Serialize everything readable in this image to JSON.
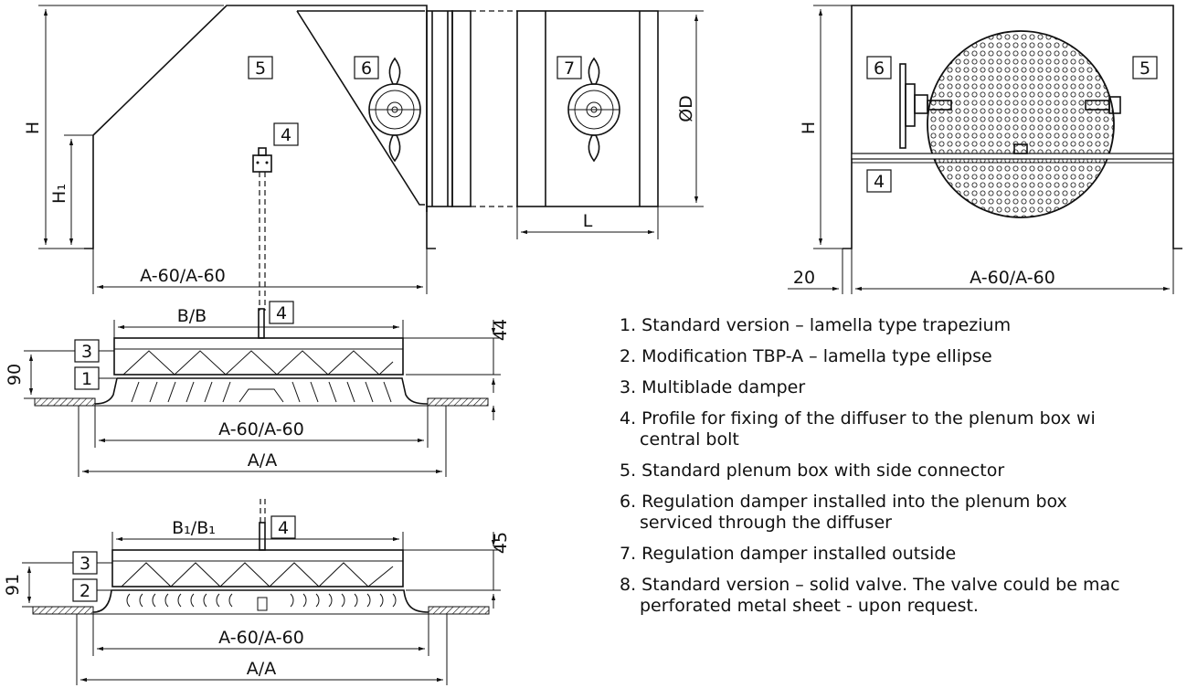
{
  "callouts": {
    "c1": "1",
    "c2": "2",
    "c3": "3",
    "c4": "4",
    "c5": "5",
    "c6": "6",
    "c7": "7"
  },
  "dimensions": {
    "H": "H",
    "H1": "H₁",
    "D": "ØD",
    "L": "L",
    "a_side": "A-60/A-60",
    "a_front": "A-60/A-60",
    "offset_20": "20",
    "b": "B/B",
    "b1": "B₁/B₁",
    "d44": "44",
    "d90": "90",
    "d45": "45",
    "d91": "91",
    "a_inner_1": "A-60/A-60",
    "a_outer_1": "A/A",
    "a_inner_2": "A-60/A-60",
    "a_outer_2": "A/A"
  },
  "legend": [
    {
      "line1": "1. Standard version – lamella type trapezium",
      "line2": ""
    },
    {
      "line1": "2. Modification TBP-A – lamella type ellipse",
      "line2": ""
    },
    {
      "line1": "3. Multiblade damper",
      "line2": ""
    },
    {
      "line1": "4. Profile for fixing of the diffuser to the plenum box wi",
      "line2": "central bolt"
    },
    {
      "line1": "5. Standard plenum box with side connector",
      "line2": ""
    },
    {
      "line1": "6. Regulation damper installed into the plenum box",
      "line2": "serviced through the diffuser"
    },
    {
      "line1": "7. Regulation damper installed outside",
      "line2": ""
    },
    {
      "line1": "8. Standard version – solid valve. The valve could be mac",
      "line2": "perforated metal sheet - upon request."
    }
  ]
}
